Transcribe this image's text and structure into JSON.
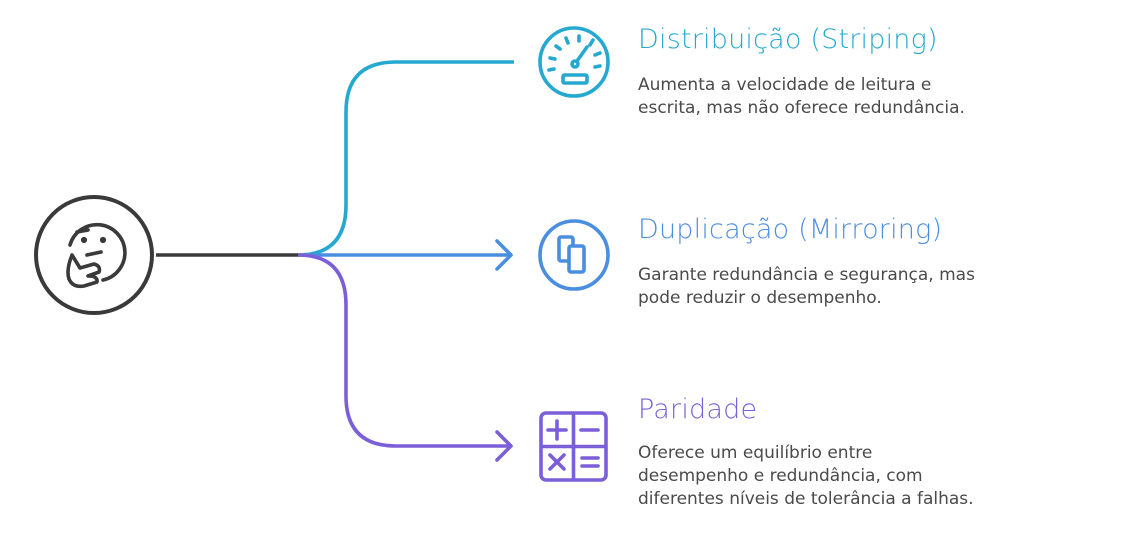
{
  "colors": {
    "hub": "#3a3a3a",
    "striping": "#26a9d0",
    "mirroring": "#4a8ee0",
    "parity": "#7b5fd8"
  },
  "hub": {
    "icon": "thinking-face-icon"
  },
  "branches": [
    {
      "title": "Distribuição (Striping)",
      "description_lines": [
        "Aumenta a velocidade de leitura e",
        "escrita, mas não oferece redundância."
      ],
      "icon": "speedometer-icon",
      "color": "#26a9d0"
    },
    {
      "title": "Duplicação (Mirroring)",
      "description_lines": [
        "Garante redundância e segurança, mas",
        "pode reduzir o desempenho."
      ],
      "icon": "copy-icon",
      "color": "#4a8ee0"
    },
    {
      "title": "Paridade",
      "description_lines": [
        "Oferece um equilíbrio entre",
        "desempenho e redundância, com",
        "diferentes níveis de tolerância a falhas."
      ],
      "icon": "calculator-icon",
      "color": "#7b5fd8"
    }
  ]
}
